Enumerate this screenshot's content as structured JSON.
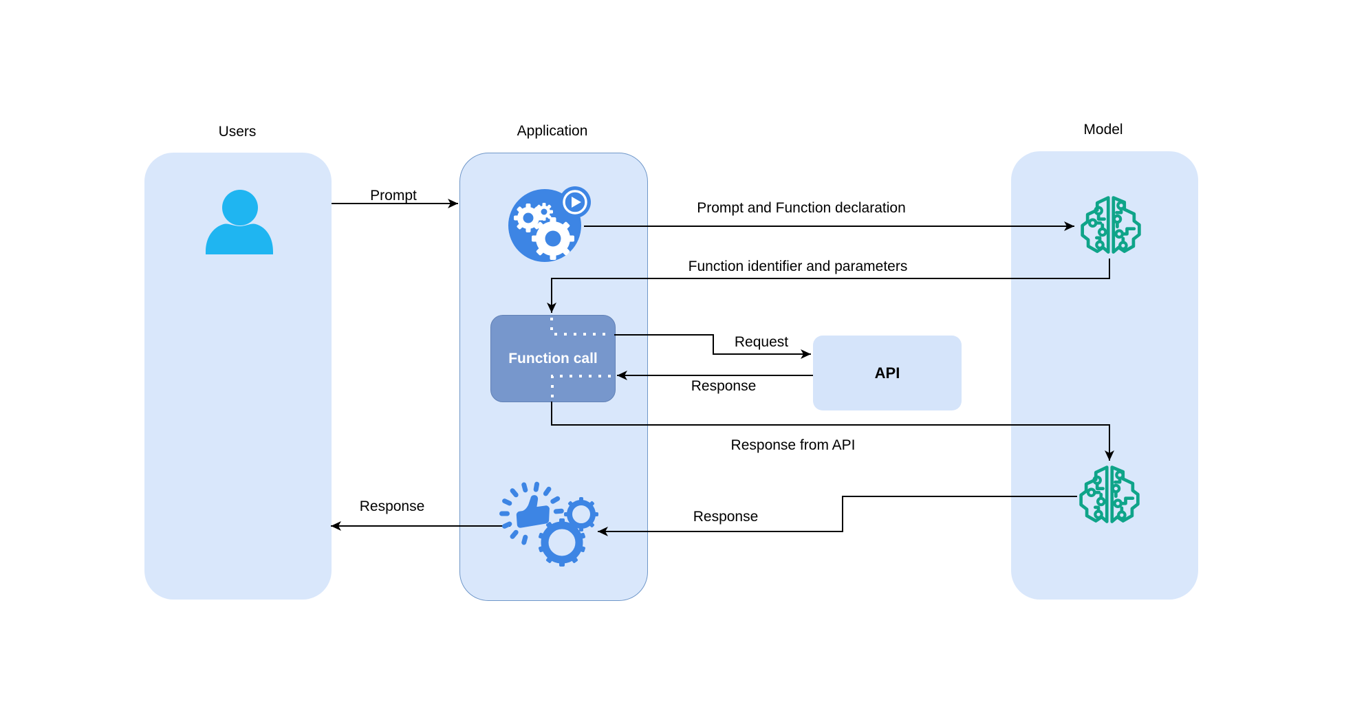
{
  "columns": {
    "users": {
      "label": "Users"
    },
    "application": {
      "label": "Application"
    },
    "model": {
      "label": "Model"
    }
  },
  "nodes": {
    "function_call": {
      "label": "Function call"
    },
    "api": {
      "label": "API"
    }
  },
  "edges": {
    "prompt": {
      "label": "Prompt",
      "from": "users",
      "to": "application"
    },
    "prompt_and_function_declaration": {
      "label": "Prompt and Function declaration",
      "from": "application",
      "to": "model"
    },
    "function_identifier_and_parameters": {
      "label": "Function identifier and parameters",
      "from": "model",
      "to": "function_call"
    },
    "request": {
      "label": "Request",
      "from": "function_call",
      "to": "api"
    },
    "api_response": {
      "label": "Response",
      "from": "api",
      "to": "function_call"
    },
    "response_from_api": {
      "label": "Response from API",
      "from": "function_call",
      "to": "model"
    },
    "model_response": {
      "label": "Response",
      "from": "model",
      "to": "application"
    },
    "user_response": {
      "label": "Response",
      "from": "application",
      "to": "users"
    }
  },
  "icons": {
    "users": "user-icon",
    "application_top": "gears-play-icon",
    "application_bottom": "thumbs-up-gears-icon",
    "model_top": "brain-circuit-icon",
    "model_bottom": "brain-circuit-icon"
  },
  "theme": {
    "canvas-bg": "#ffffff",
    "box-fill": "#d9e7fb",
    "box-border": "#6e96c8",
    "fc-fill": "#7797cc",
    "fc-border": "#6080b5",
    "fc-text": "#ffffff",
    "api-fill": "#d5e4fa",
    "user-cyan": "#1fb5f1",
    "app-blue": "#3d85e4",
    "brain-teal": "#0fa489",
    "edge-black": "#000000",
    "label-color": "#000000"
  }
}
